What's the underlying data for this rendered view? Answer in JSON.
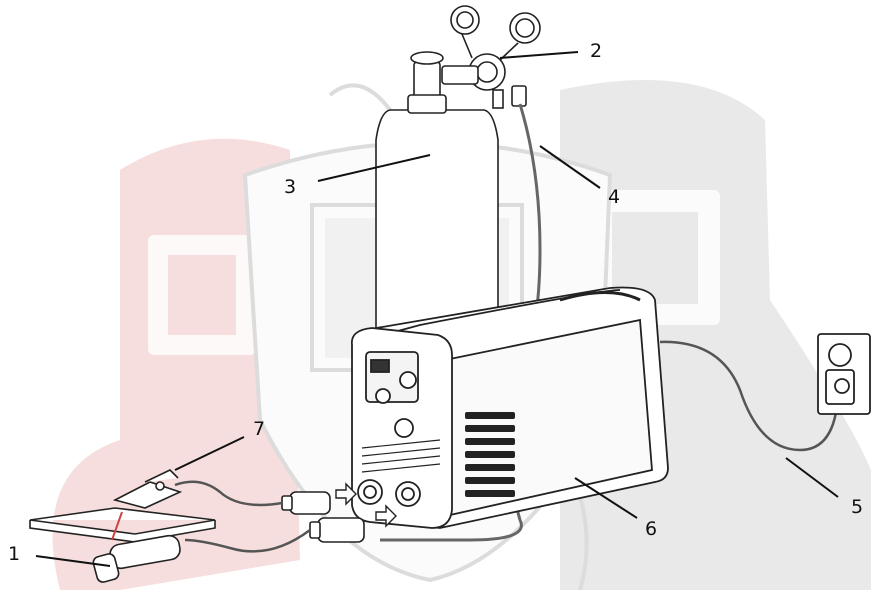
{
  "diagram": {
    "callouts": [
      {
        "id": "1",
        "label": "1"
      },
      {
        "id": "2",
        "label": "2"
      },
      {
        "id": "3",
        "label": "3"
      },
      {
        "id": "4",
        "label": "4"
      },
      {
        "id": "5",
        "label": "5"
      },
      {
        "id": "6",
        "label": "6"
      },
      {
        "id": "7",
        "label": "7"
      }
    ],
    "watermark": {
      "colors": {
        "red": "#f7dede",
        "grey": "#e9e9e9",
        "outline": "#dcdcdc"
      }
    },
    "colors": {
      "line": "#222222",
      "cable": "#555555"
    }
  }
}
